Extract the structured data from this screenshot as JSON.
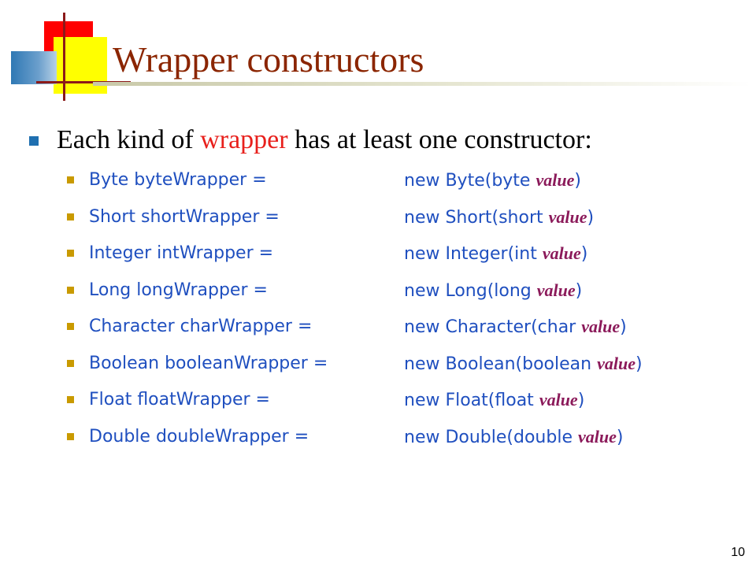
{
  "title": "Wrapper constructors",
  "intro": {
    "before": "Each kind of ",
    "highlight": "wrapper",
    "after": " has at least one constructor:"
  },
  "rows": [
    {
      "decl": "Byte byteWrapper =",
      "ctor_pre": "new Byte(byte ",
      "param": "value",
      "close": ")"
    },
    {
      "decl": "Short shortWrapper =",
      "ctor_pre": "new Short(short ",
      "param": "value",
      "close": ")"
    },
    {
      "decl": "Integer intWrapper =",
      "ctor_pre": "new Integer(int ",
      "param": "value",
      "close": ")"
    },
    {
      "decl": "Long longWrapper =",
      "ctor_pre": "new Long(long ",
      "param": "value",
      "close": ")"
    },
    {
      "decl": "Character charWrapper =",
      "ctor_pre": "new Character(char ",
      "param": "value",
      "close": ")"
    },
    {
      "decl": "Boolean booleanWrapper =",
      "ctor_pre": "new Boolean(boolean ",
      "param": "value",
      "close": ")"
    },
    {
      "decl": "Float floatWrapper =",
      "ctor_pre": "new Float(float ",
      "param": "value",
      "close": ")"
    },
    {
      "decl": "Double doubleWrapper =",
      "ctor_pre": "new Double(double ",
      "param": "value",
      "close": ")"
    }
  ],
  "page_number": "10",
  "colors": {
    "title": "#8b2500",
    "highlight": "#e8201c",
    "code": "#1f4fbf",
    "param": "#8b1a5a",
    "bullet_level1": "#1f6fb0",
    "bullet_level2": "#c99a00"
  }
}
